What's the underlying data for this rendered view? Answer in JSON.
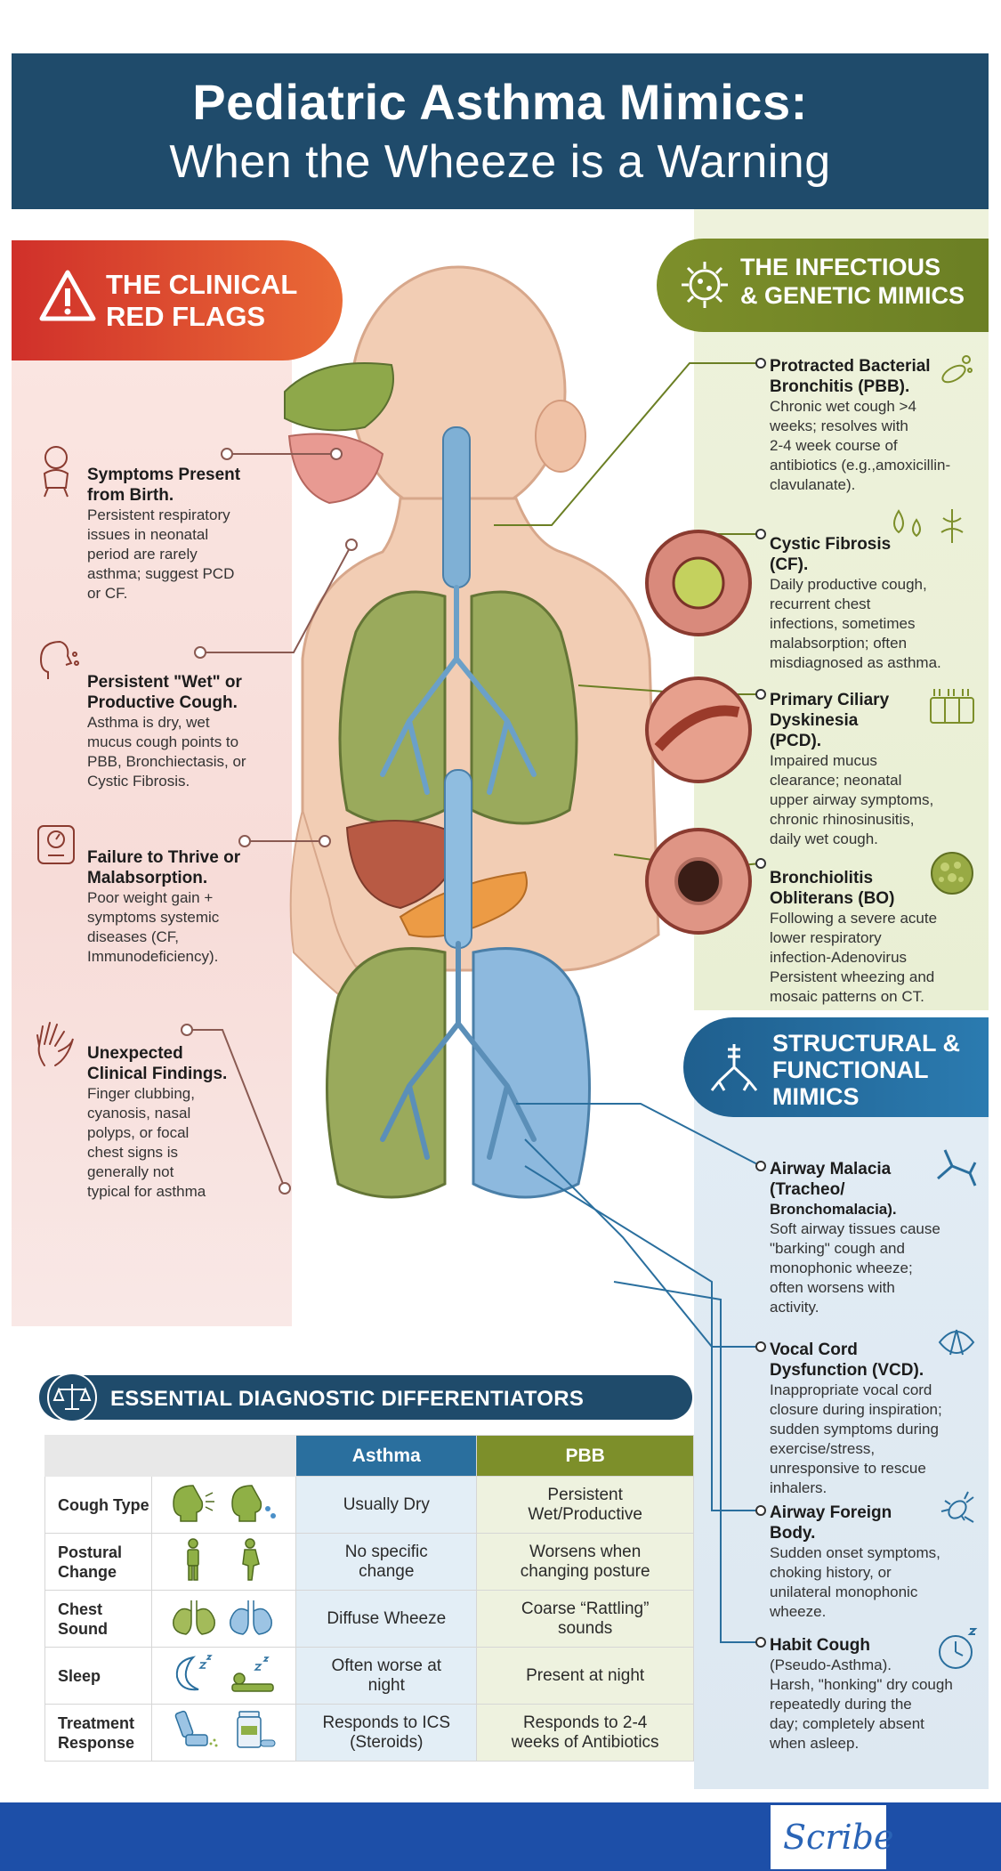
{
  "header": {
    "title_line1": "Pediatric Asthma Mimics:",
    "title_line2": "When the Wheeze is a Warning"
  },
  "red_flags": {
    "heading_line1": "THE CLINICAL",
    "heading_line2": "RED FLAGS",
    "items": [
      {
        "title_1": "Symptoms Present",
        "title_2": "from Birth.",
        "desc": [
          "Persistent respiratory",
          "issues in neonatal",
          "period are rarely",
          "asthma; suggest PCD",
          "or CF."
        ]
      },
      {
        "title_1": "Persistent \"Wet\" or",
        "title_2": "Productive Cough.",
        "desc": [
          "Asthma is dry, wet",
          "mucus cough points to",
          "PBB, Bronchiectasis, or",
          "Cystic Fibrosis."
        ]
      },
      {
        "title_1": "Failure to Thrive or",
        "title_2": "Malabsorption.",
        "desc": [
          "Poor weight gain +",
          "symptoms systemic",
          "diseases (CF,",
          "Immunodeficiency)."
        ]
      },
      {
        "title_1": "Unexpected",
        "title_2": "Clinical Findings.",
        "desc": [
          "Finger clubbing,",
          "cyanosis, nasal",
          "polyps, or focal",
          "chest signs is",
          "generally not",
          "typical for asthma"
        ]
      }
    ]
  },
  "infectious": {
    "heading_line1": "THE INFECTIOUS",
    "heading_line2": "& GENETIC MIMICS",
    "items": [
      {
        "title_1": "Protracted Bacterial",
        "title_2": "Bronchitis (PBB).",
        "desc": [
          "Chronic wet cough >4",
          "weeks; resolves with",
          "2-4 week  course of",
          "antibiotics (e.g.,amoxicillin-",
          "clavulanate)."
        ]
      },
      {
        "title_1": "Cystic Fibrosis",
        "title_2": "(CF).",
        "desc": [
          "Daily productive cough,",
          "recurrent chest",
          "infections, sometimes",
          "malabsorption; often",
          "misdiagnosed as asthma."
        ]
      },
      {
        "title_1": "Primary Ciliary",
        "title_2": "Dyskinesia",
        "title_3": " (PCD).",
        "desc": [
          "Impaired mucus",
          "clearance; neonatal",
          " upper airway symptoms,",
          " chronic rhinosinusitis,",
          " daily wet cough."
        ]
      },
      {
        "title_1": "Bronchiolitis",
        "title_2": "Obliterans (BO)",
        "desc": [
          "Following a severe acute",
          "lower respiratory",
          "infection-Adenovirus",
          "Persistent wheezing and",
          "mosaic patterns on CT."
        ]
      }
    ]
  },
  "structural": {
    "heading_line1": "STRUCTURAL &",
    "heading_line2": "FUNCTIONAL",
    "heading_line3": "MIMICS",
    "items": [
      {
        "title_1": "Airway Malacia",
        "title_2": "(Tracheo/",
        "sub": "Bronchomalacia).",
        "desc": [
          "Soft airway tissues cause",
          "\"barking\" cough and",
          "monophonic wheeze;",
          "often worsens with",
          "activity."
        ]
      },
      {
        "title_1": "Vocal Cord",
        "title_2": "Dysfunction (VCD).",
        "desc": [
          "Inappropriate vocal cord",
          "closure during inspiration;",
          "sudden symptoms during",
          "exercise/stress,",
          "unresponsive to rescue",
          "inhalers."
        ]
      },
      {
        "title_1": "Airway Foreign",
        "title_2": "Body.",
        "desc": [
          "Sudden onset symptoms,",
          "choking history, or",
          "unilateral monophonic",
          "wheeze."
        ]
      },
      {
        "title_1": "Habit Cough",
        "sub": "(Pseudo-Asthma).",
        "desc": [
          "Harsh, \"honking\" dry cough",
          "repeatedly during the",
          "day; completely absent",
          "when asleep."
        ]
      }
    ]
  },
  "diagnostic": {
    "heading": "ESSENTIAL DIAGNOSTIC DIFFERENTIATORS",
    "col_asthma": "Asthma",
    "col_pbb": "PBB",
    "rows": [
      {
        "label_1": "Cough Type",
        "label_2": "",
        "asthma_1": "Usually Dry",
        "asthma_2": "",
        "pbb_1": "Persistent",
        "pbb_2": "Wet/Productive"
      },
      {
        "label_1": "Postural",
        "label_2": "Change",
        "asthma_1": "No specific",
        "asthma_2": "change",
        "pbb_1": "Worsens when",
        "pbb_2": "changing posture"
      },
      {
        "label_1": "Chest Sound",
        "label_2": "",
        "asthma_1": "Diffuse Wheeze",
        "asthma_2": "",
        "pbb_1": "Coarse “Rattling”",
        "pbb_2": "sounds"
      },
      {
        "label_1": "Sleep",
        "label_2": "",
        "asthma_1": "Often worse at",
        "asthma_2": "night",
        "pbb_1": "Present at night",
        "pbb_2": ""
      },
      {
        "label_1": "Treatment",
        "label_2": "Response",
        "asthma_1": "Responds to ICS",
        "asthma_2": "(Steroids)",
        "pbb_1": "Responds to 2-4",
        "pbb_2": "weeks of Antibiotics"
      }
    ]
  },
  "footer": {
    "logo_text": "Scribe"
  },
  "colors": {
    "header_bg": "#1f4b6b",
    "red_accent": "#d0302a",
    "green_accent": "#7d8f2a",
    "blue_accent": "#2a6f9e",
    "footer_bg": "#1d4fa8"
  }
}
